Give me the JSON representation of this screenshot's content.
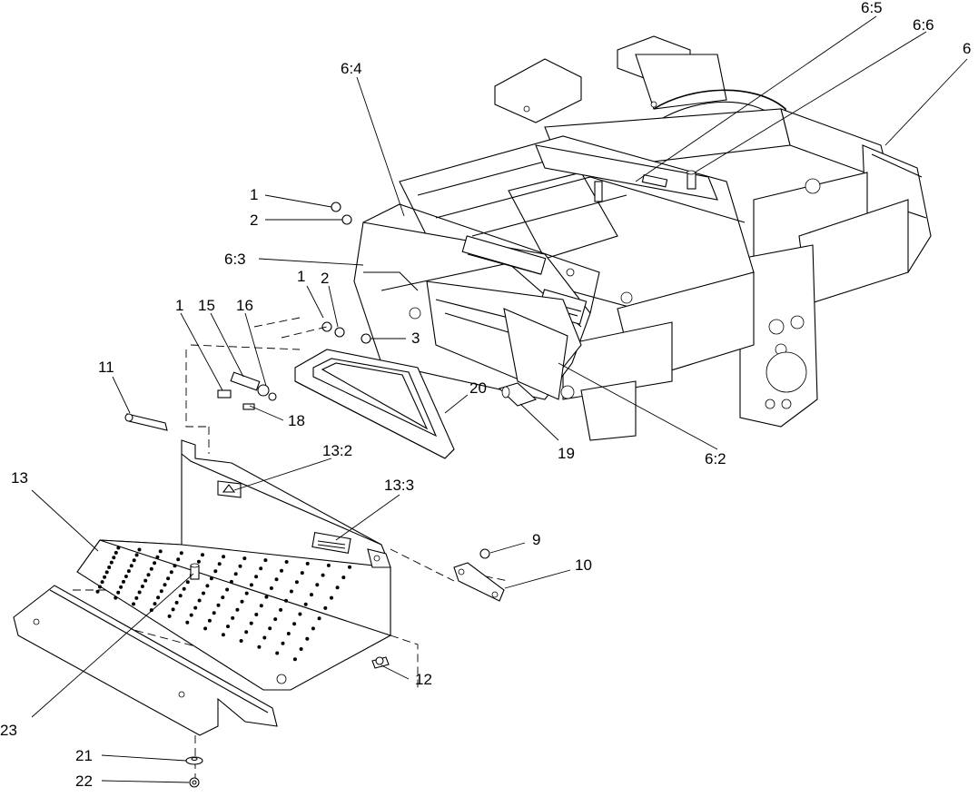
{
  "callouts": {
    "c6_5": "6:5",
    "c6_6": "6:6",
    "c6": "6",
    "c6_4": "6:4",
    "c1_top": "1",
    "c2_top": "2",
    "c6_3": "6:3",
    "c1_mid": "1",
    "c2_mid": "2",
    "c3": "3",
    "c1_left": "1",
    "c15": "15",
    "c16": "16",
    "c11": "11",
    "c20": "20",
    "c18": "18",
    "c19": "19",
    "c6_2": "6:2",
    "c13_2": "13:2",
    "c13": "13",
    "c13_3": "13:3",
    "c9": "9",
    "c10": "10",
    "c12": "12",
    "c23": "23",
    "c21": "21",
    "c22": "22"
  }
}
